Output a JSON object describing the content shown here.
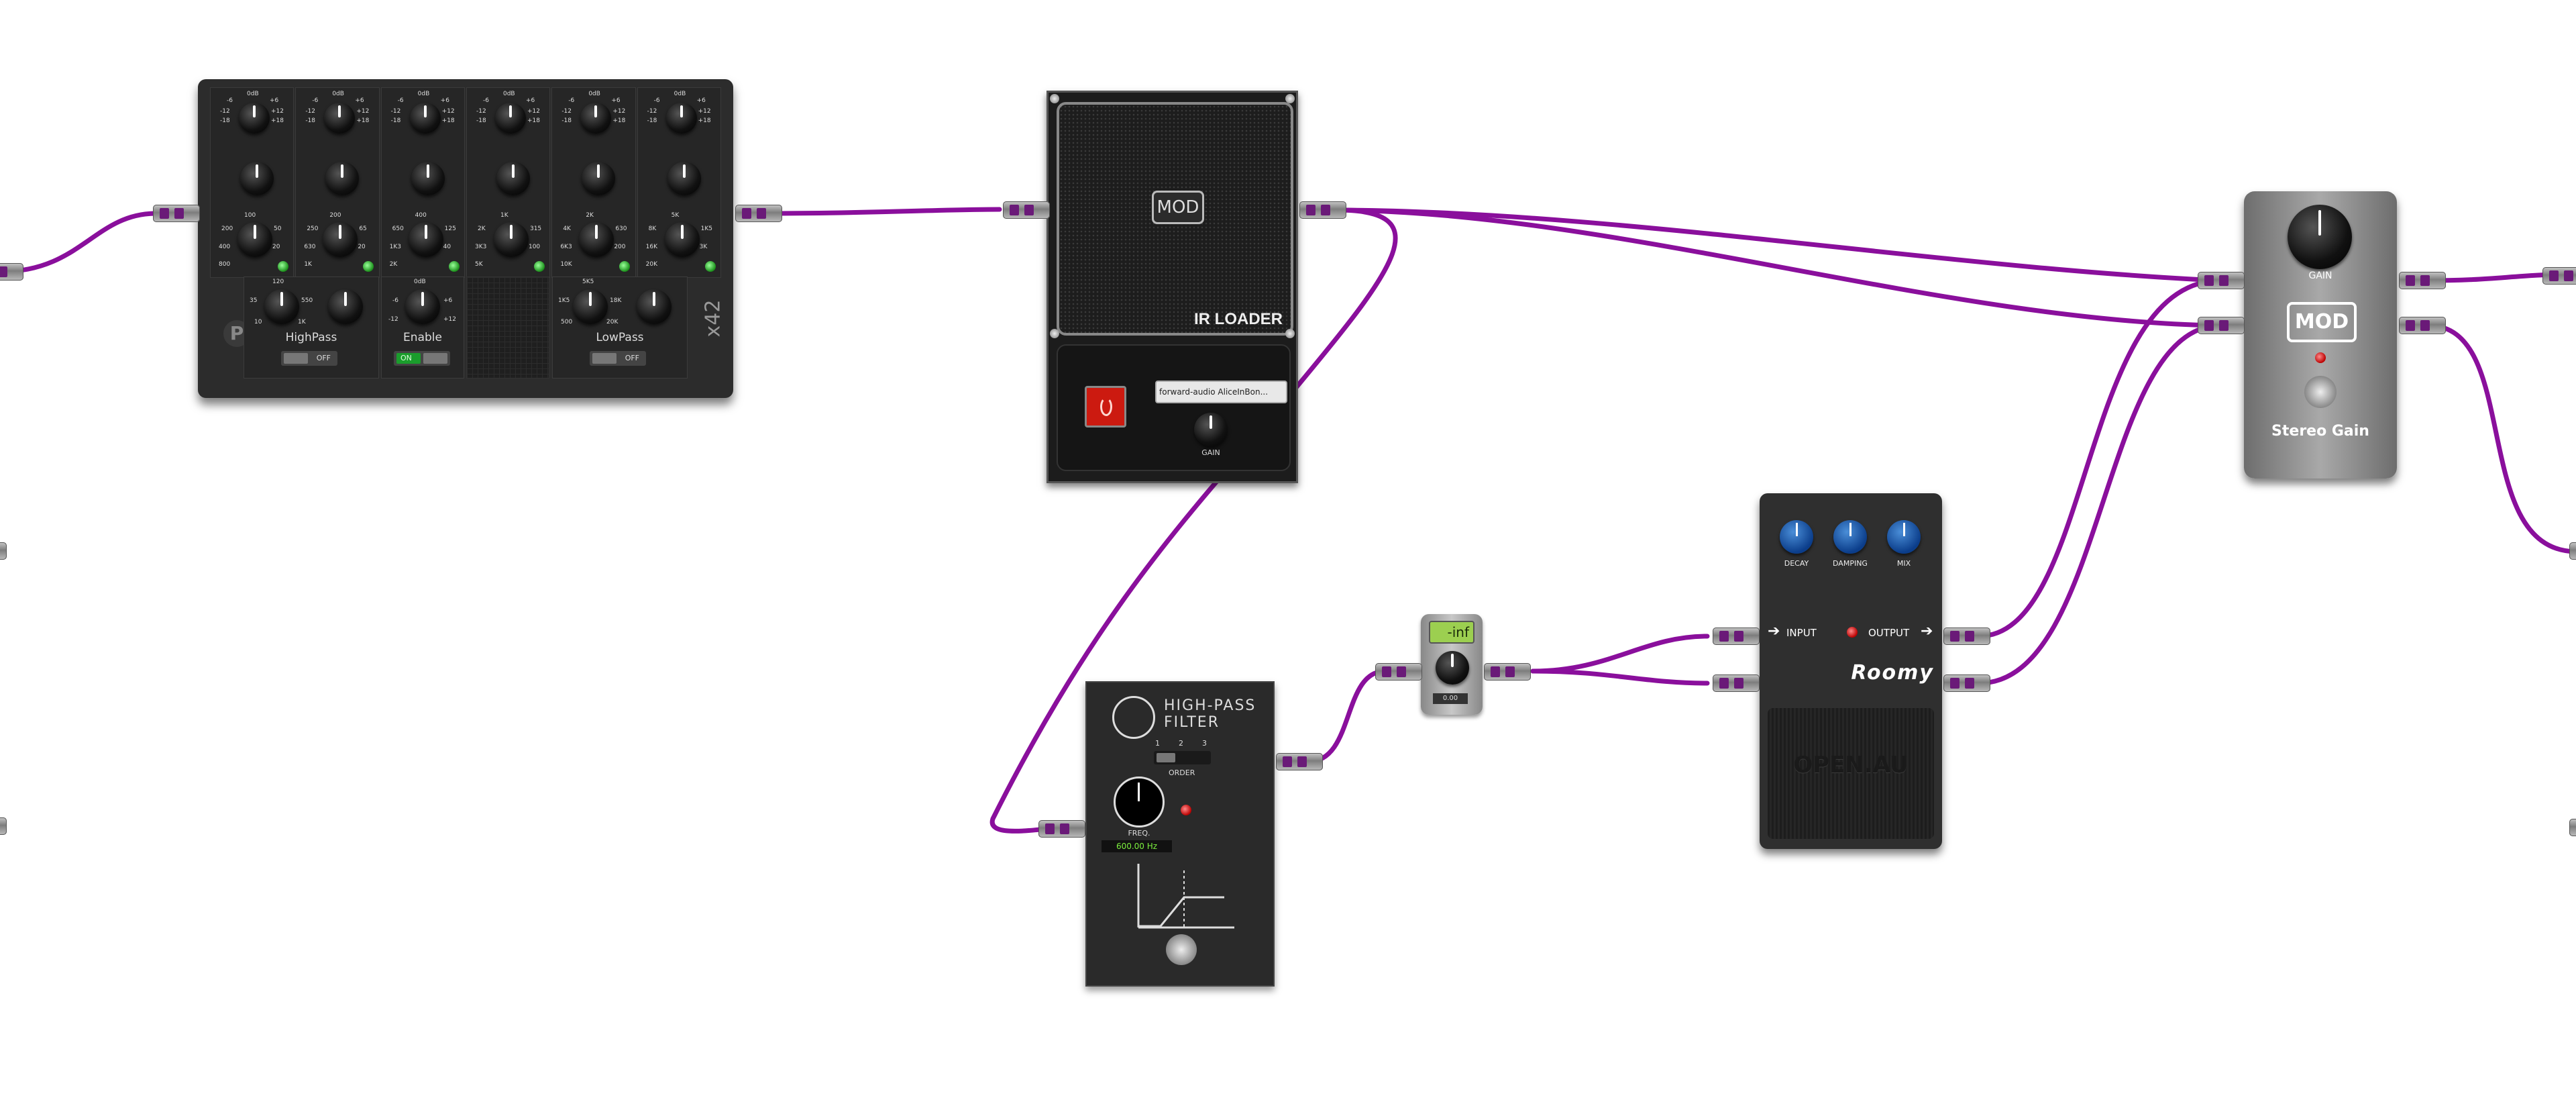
{
  "colors": {
    "cable": "#8a0f9c",
    "board_bg": "#ffffff"
  },
  "eq": {
    "bands": [
      {
        "gain_scale": [
          "0dB",
          "-6",
          "+6",
          "-12",
          "+12",
          "-18",
          "+18"
        ],
        "freq_scale": [
          "100",
          "200",
          "50",
          "400",
          "20",
          "800"
        ]
      },
      {
        "gain_scale": [
          "0dB",
          "-6",
          "+6",
          "-12",
          "+12",
          "-18",
          "+18"
        ],
        "freq_scale": [
          "200",
          "250",
          "65",
          "630",
          "20",
          "1K"
        ]
      },
      {
        "gain_scale": [
          "0dB",
          "-6",
          "+6",
          "-12",
          "+12",
          "-18",
          "+18"
        ],
        "freq_scale": [
          "400",
          "650",
          "125",
          "1K3",
          "40",
          "2K"
        ]
      },
      {
        "gain_scale": [
          "0dB",
          "-6",
          "+6",
          "-12",
          "+12",
          "-18",
          "+18"
        ],
        "freq_scale": [
          "1K",
          "2K",
          "315",
          "3K3",
          "100",
          "5K"
        ]
      },
      {
        "gain_scale": [
          "0dB",
          "-6",
          "+6",
          "-12",
          "+12",
          "-18",
          "+18"
        ],
        "freq_scale": [
          "2K",
          "4K",
          "630",
          "6K3",
          "200",
          "10K"
        ]
      },
      {
        "gain_scale": [
          "0dB",
          "-6",
          "+6",
          "-12",
          "+12",
          "-18",
          "+18"
        ],
        "freq_scale": [
          "5K",
          "8K",
          "1K5",
          "16K",
          "3K",
          "20K"
        ]
      }
    ],
    "highpass": {
      "label": "HighPass",
      "toggle": "OFF",
      "scale": [
        "120",
        "35",
        "550",
        "10",
        "1K"
      ]
    },
    "enable": {
      "label": "Enable",
      "toggle": "ON",
      "scale": [
        "0dB",
        "-6",
        "+6",
        "-12",
        "+12"
      ]
    },
    "lowpass": {
      "label": "LowPass",
      "toggle": "OFF",
      "scale": [
        "5K5",
        "1K5",
        "18K",
        "500",
        "20K"
      ]
    },
    "model": "x42",
    "logo": "P"
  },
  "ir_loader": {
    "brand": "MOD",
    "name": "IR LOADER",
    "file": "forward-audio AliceInBon...",
    "gain_label": "GAIN"
  },
  "stereo_gain": {
    "brand": "MOD",
    "gain_label": "GAIN",
    "name": "Stereo Gain"
  },
  "hpf": {
    "title_line1": "HIGH-PASS",
    "title_line2": "FILTER",
    "order_label": "ORDER",
    "order_options": [
      "1",
      "2",
      "3"
    ],
    "freq_label": "FREQ.",
    "freq_value": "600.00 Hz"
  },
  "meter": {
    "display": "-inf",
    "small_value": "0.00"
  },
  "roomy": {
    "knobs": [
      "DECAY",
      "DAMPING",
      "MIX"
    ],
    "input_label": "INPUT",
    "output_label": "OUTPUT",
    "name": "Roomy",
    "footer": "OPEN.AU"
  }
}
